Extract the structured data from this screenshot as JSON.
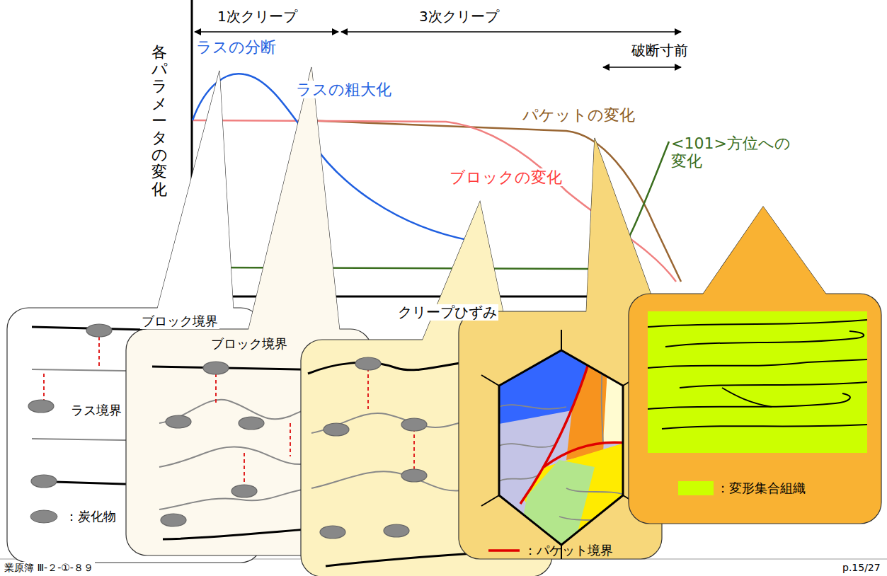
{
  "diagram": {
    "nodes": [
      {
        "text": [
          "ブロック境界",
          "ラス境界"
        ]
      },
      {
        "text": [
          "ブロック境界"
        ]
      }
    ],
    "labels": [
      "1次クリープ",
      "3次クリープ",
      "破断寸前",
      "各パラメータの変化",
      "ラスの分断",
      "ラスの粗大化",
      "パケットの変化",
      "<101>方位への 変化",
      "ブロックの変化",
      "クリープひずみ",
      "業原簿 Ⅲ-２-①-８９",
      "p.15/27"
    ],
    "legend": [
      {
        "text": "：炭化物"
      },
      {
        "text": "：パケット境界"
      },
      {
        "text": "：変形集合組織",
        "color": "#ccff00"
      }
    ]
  }
}
